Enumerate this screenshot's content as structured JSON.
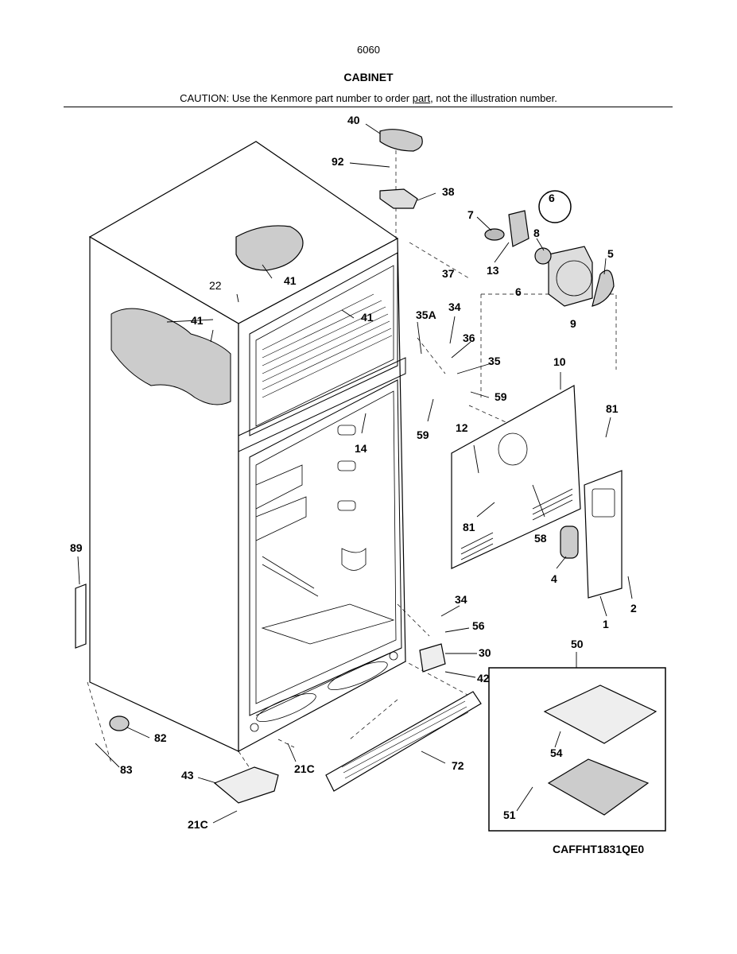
{
  "header": {
    "page_number": "6060",
    "title": "CABINET",
    "caution_before": "CAUTION: Use the Kenmore part number to order ",
    "caution_link": "part",
    "caution_after": ", not the illustration number."
  },
  "model_code": "CAFFHT1831QE0",
  "callouts": [
    {
      "id": "c40",
      "text": "40"
    },
    {
      "id": "c92",
      "text": "92"
    },
    {
      "id": "c38",
      "text": "38"
    },
    {
      "id": "c6a",
      "text": "6"
    },
    {
      "id": "c7",
      "text": "7"
    },
    {
      "id": "c8",
      "text": "8"
    },
    {
      "id": "c5",
      "text": "5"
    },
    {
      "id": "c37",
      "text": "37"
    },
    {
      "id": "c13",
      "text": "13"
    },
    {
      "id": "c6b",
      "text": "6"
    },
    {
      "id": "c9",
      "text": "9"
    },
    {
      "id": "c41a",
      "text": "41"
    },
    {
      "id": "c22",
      "text": "22"
    },
    {
      "id": "c41b",
      "text": "41"
    },
    {
      "id": "c41c",
      "text": "41"
    },
    {
      "id": "c34a",
      "text": "34"
    },
    {
      "id": "c35a",
      "text": "35A"
    },
    {
      "id": "c36",
      "text": "36"
    },
    {
      "id": "c35",
      "text": "35"
    },
    {
      "id": "c10",
      "text": "10"
    },
    {
      "id": "c59a",
      "text": "59"
    },
    {
      "id": "c59b",
      "text": "59"
    },
    {
      "id": "c81a",
      "text": "81"
    },
    {
      "id": "c14",
      "text": "14"
    },
    {
      "id": "c12",
      "text": "12"
    },
    {
      "id": "c81b",
      "text": "81"
    },
    {
      "id": "c58",
      "text": "58"
    },
    {
      "id": "c4",
      "text": "4"
    },
    {
      "id": "c2",
      "text": "2"
    },
    {
      "id": "c1",
      "text": "1"
    },
    {
      "id": "c89",
      "text": "89"
    },
    {
      "id": "c34b",
      "text": "34"
    },
    {
      "id": "c56",
      "text": "56"
    },
    {
      "id": "c30",
      "text": "30"
    },
    {
      "id": "c42",
      "text": "42"
    },
    {
      "id": "c50",
      "text": "50"
    },
    {
      "id": "c82",
      "text": "82"
    },
    {
      "id": "c83",
      "text": "83"
    },
    {
      "id": "c21ca",
      "text": "21C"
    },
    {
      "id": "c43",
      "text": "43"
    },
    {
      "id": "c72",
      "text": "72"
    },
    {
      "id": "c54",
      "text": "54"
    },
    {
      "id": "c51",
      "text": "51"
    },
    {
      "id": "c21cb",
      "text": "21C"
    }
  ]
}
